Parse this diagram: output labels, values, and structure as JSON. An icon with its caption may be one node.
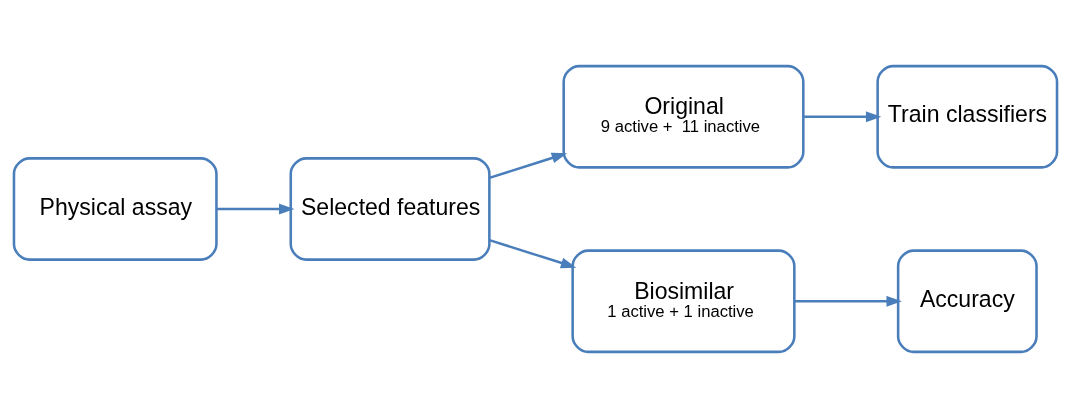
{
  "diagram": {
    "nodes": [
      {
        "text": [
          "Physical assay"
        ]
      },
      {
        "text": [
          "Selected features"
        ]
      },
      {
        "text": [
          "Original",
          "9 active +  11 inactive"
        ]
      },
      {
        "text": [
          "Train classifiers"
        ]
      },
      {
        "text": [
          "Biosimilar",
          "1 active + 1 inactive"
        ]
      },
      {
        "text": [
          "Accuracy"
        ]
      }
    ],
    "edges": [
      {
        "from": 0,
        "to": 1,
        "arrow": "to"
      },
      {
        "from": 1,
        "to": 2,
        "arrow": "to"
      },
      {
        "from": 1,
        "to": 4,
        "arrow": "to"
      },
      {
        "from": 2,
        "to": 3,
        "arrow": "to"
      },
      {
        "from": 4,
        "to": 5,
        "arrow": "to"
      }
    ]
  }
}
